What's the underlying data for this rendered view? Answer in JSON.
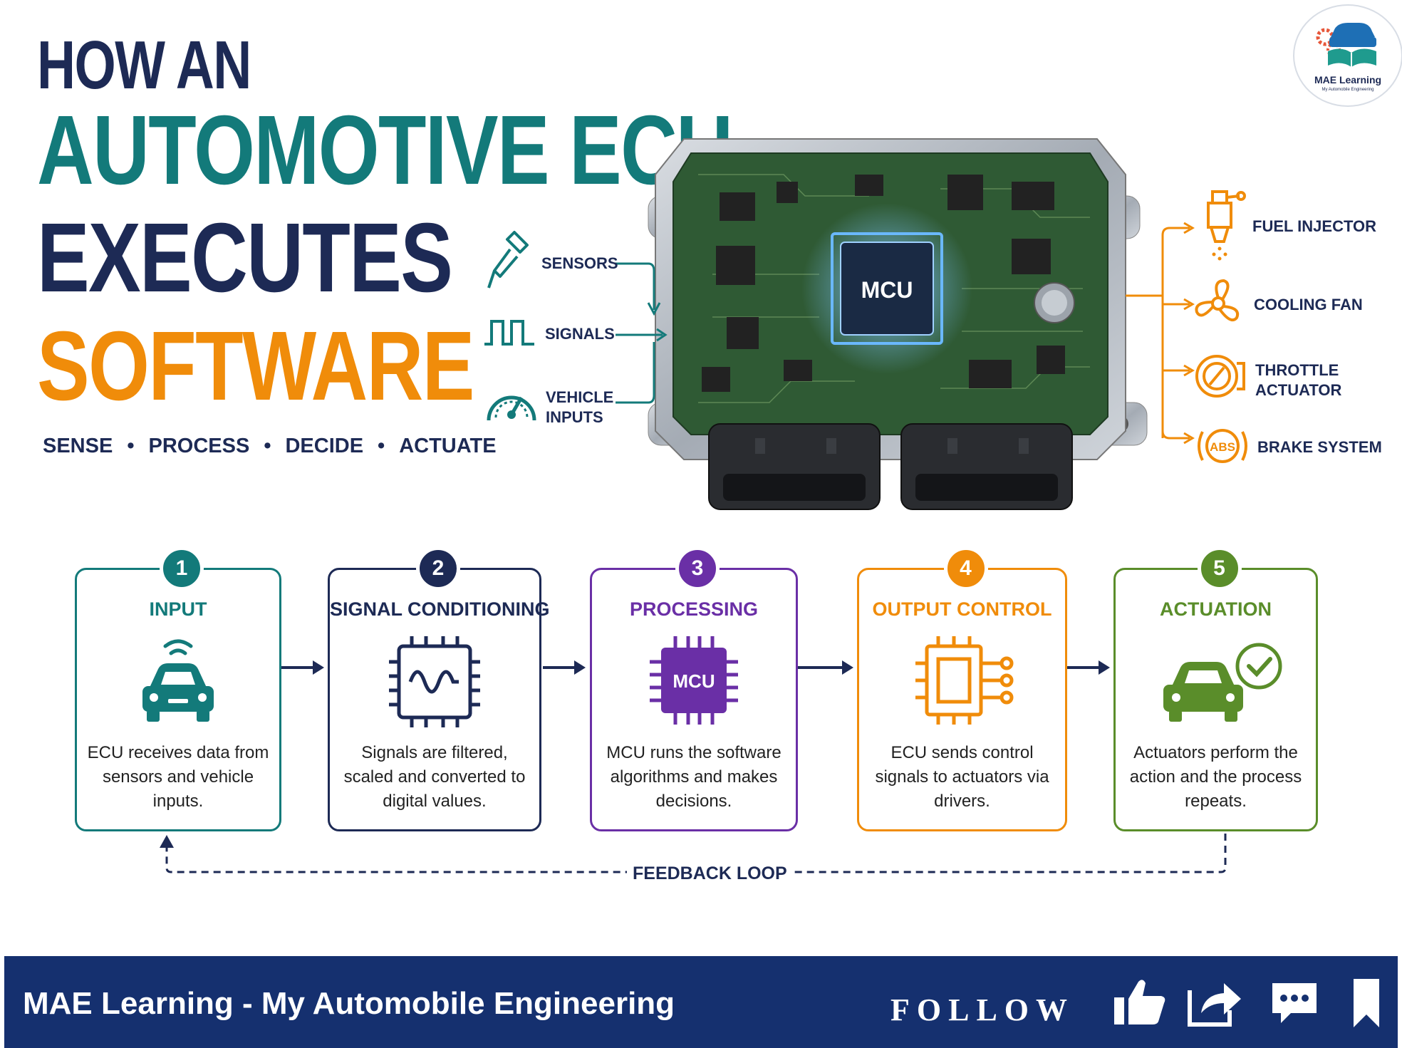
{
  "title": {
    "line1": "HOW AN",
    "line2": "AUTOMOTIVE ECU",
    "line3": "EXECUTES",
    "line4": "SOFTWARE"
  },
  "tagline": [
    "SENSE",
    "PROCESS",
    "DECIDE",
    "ACTUATE"
  ],
  "colors": {
    "navy": "#1d2a55",
    "teal": "#137a7a",
    "orange": "#f08c0a",
    "purple": "#6a2fa6",
    "green": "#5a8d2a",
    "footer": "#15306f"
  },
  "logo": {
    "name": "MAE Learning",
    "subtitle": "My Automobile Engineering"
  },
  "ecu": {
    "chip_label": "MCU"
  },
  "inputs": [
    {
      "label": "SENSORS",
      "icon": "sensor-probe-icon"
    },
    {
      "label": "SIGNALS",
      "icon": "square-wave-icon"
    },
    {
      "label": "VEHICLE\nINPUTS",
      "icon": "gauge-icon"
    }
  ],
  "outputs": [
    {
      "label": "FUEL INJECTOR",
      "icon": "fuel-injector-icon"
    },
    {
      "label": "COOLING FAN",
      "icon": "fan-icon"
    },
    {
      "label": "THROTTLE\nACTUATOR",
      "icon": "throttle-icon"
    },
    {
      "label": "BRAKE SYSTEM",
      "icon": "abs-icon",
      "badge": "ABS"
    }
  ],
  "steps": [
    {
      "num": "1",
      "title": "INPUT",
      "desc": "ECU receives data from sensors and vehicle inputs.",
      "icon": "connected-car-icon"
    },
    {
      "num": "2",
      "title": "SIGNAL CONDITIONING",
      "desc": "Signals are filtered, scaled and converted to digital values.",
      "icon": "waveform-chip-icon"
    },
    {
      "num": "3",
      "title": "PROCESSING",
      "desc": "MCU runs the software algorithms and makes decisions.",
      "icon": "mcu-chip-icon",
      "chip_label": "MCU"
    },
    {
      "num": "4",
      "title": "OUTPUT CONTROL",
      "desc": "ECU sends control signals to actuators via drivers.",
      "icon": "driver-chip-icon"
    },
    {
      "num": "5",
      "title": "ACTUATION",
      "desc": "Actuators perform the action and the process repeats.",
      "icon": "car-check-icon"
    }
  ],
  "feedback_label": "FEEDBACK LOOP",
  "footer": {
    "brand": "MAE Learning - My Automobile Engineering",
    "follow": "FOLLOW",
    "icons": [
      "thumbs-up-icon",
      "share-icon",
      "comment-icon",
      "bookmark-icon"
    ]
  }
}
